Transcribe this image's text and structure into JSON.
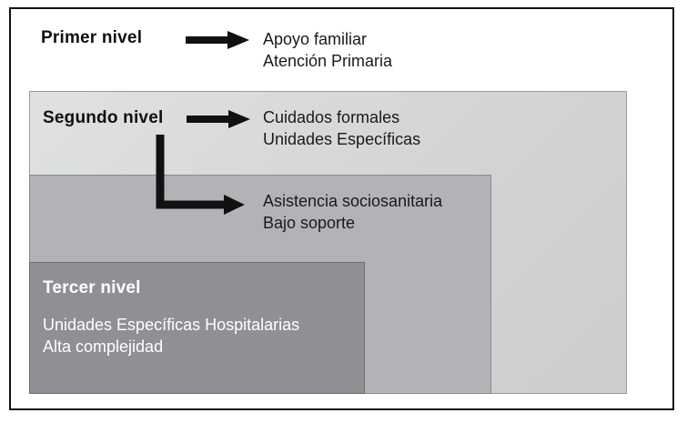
{
  "diagram": {
    "level1": {
      "title": "Primer nivel",
      "lines": [
        "Apoyo familiar",
        "Atención Primaria"
      ]
    },
    "level2": {
      "title": "Segundo nivel",
      "lines": [
        "Cuidados formales",
        "Unidades Específicas"
      ]
    },
    "level2b": {
      "lines": [
        "Asistencia sociosanitaria",
        "Bajo soporte"
      ]
    },
    "level3": {
      "title": "Tercer nivel",
      "lines": [
        "Unidades Específicas Hospitalarias",
        "Alta complejidad"
      ]
    },
    "colors": {
      "light_box": "#d5d7d9",
      "medium_box": "#b1b3b6",
      "dark_box": "#8e9093",
      "arrow": "#111111",
      "border": "#111111"
    }
  }
}
